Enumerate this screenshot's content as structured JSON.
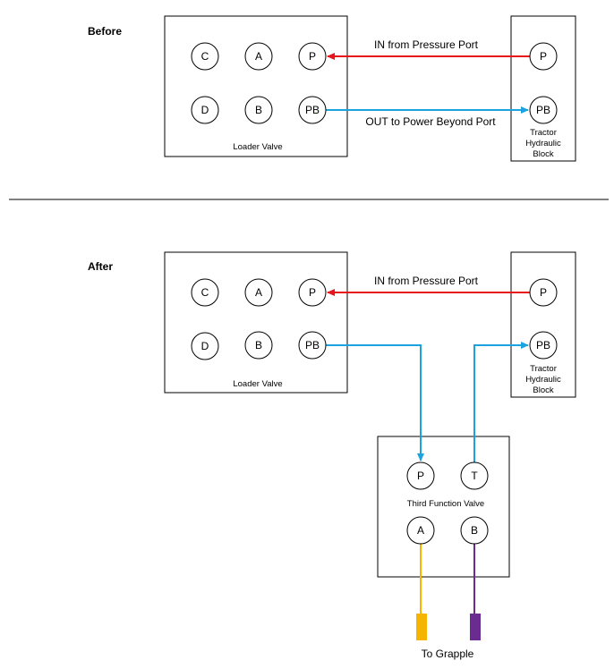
{
  "headings": {
    "before": "Before",
    "after": "After"
  },
  "loader_valve": {
    "label": "Loader Valve",
    "ports": [
      "C",
      "A",
      "P",
      "D",
      "B",
      "PB"
    ]
  },
  "tractor_block": {
    "label_lines": [
      "Tractor",
      "Hydraulic",
      "Block"
    ],
    "ports": [
      "P",
      "PB"
    ]
  },
  "third_function_valve": {
    "label": "Third Function Valve",
    "ports": [
      "P",
      "T",
      "A",
      "B"
    ]
  },
  "connections": {
    "in_label": "IN from Pressure Port",
    "out_label": "OUT to Power Beyond Port",
    "grapple_label": "To Grapple"
  },
  "colors": {
    "pressure_line": "#e8141b",
    "return_line": "#1aa3df",
    "grapple_a_line": "#f4b400",
    "grapple_b_line": "#6a2c91",
    "divider": "#000000"
  }
}
